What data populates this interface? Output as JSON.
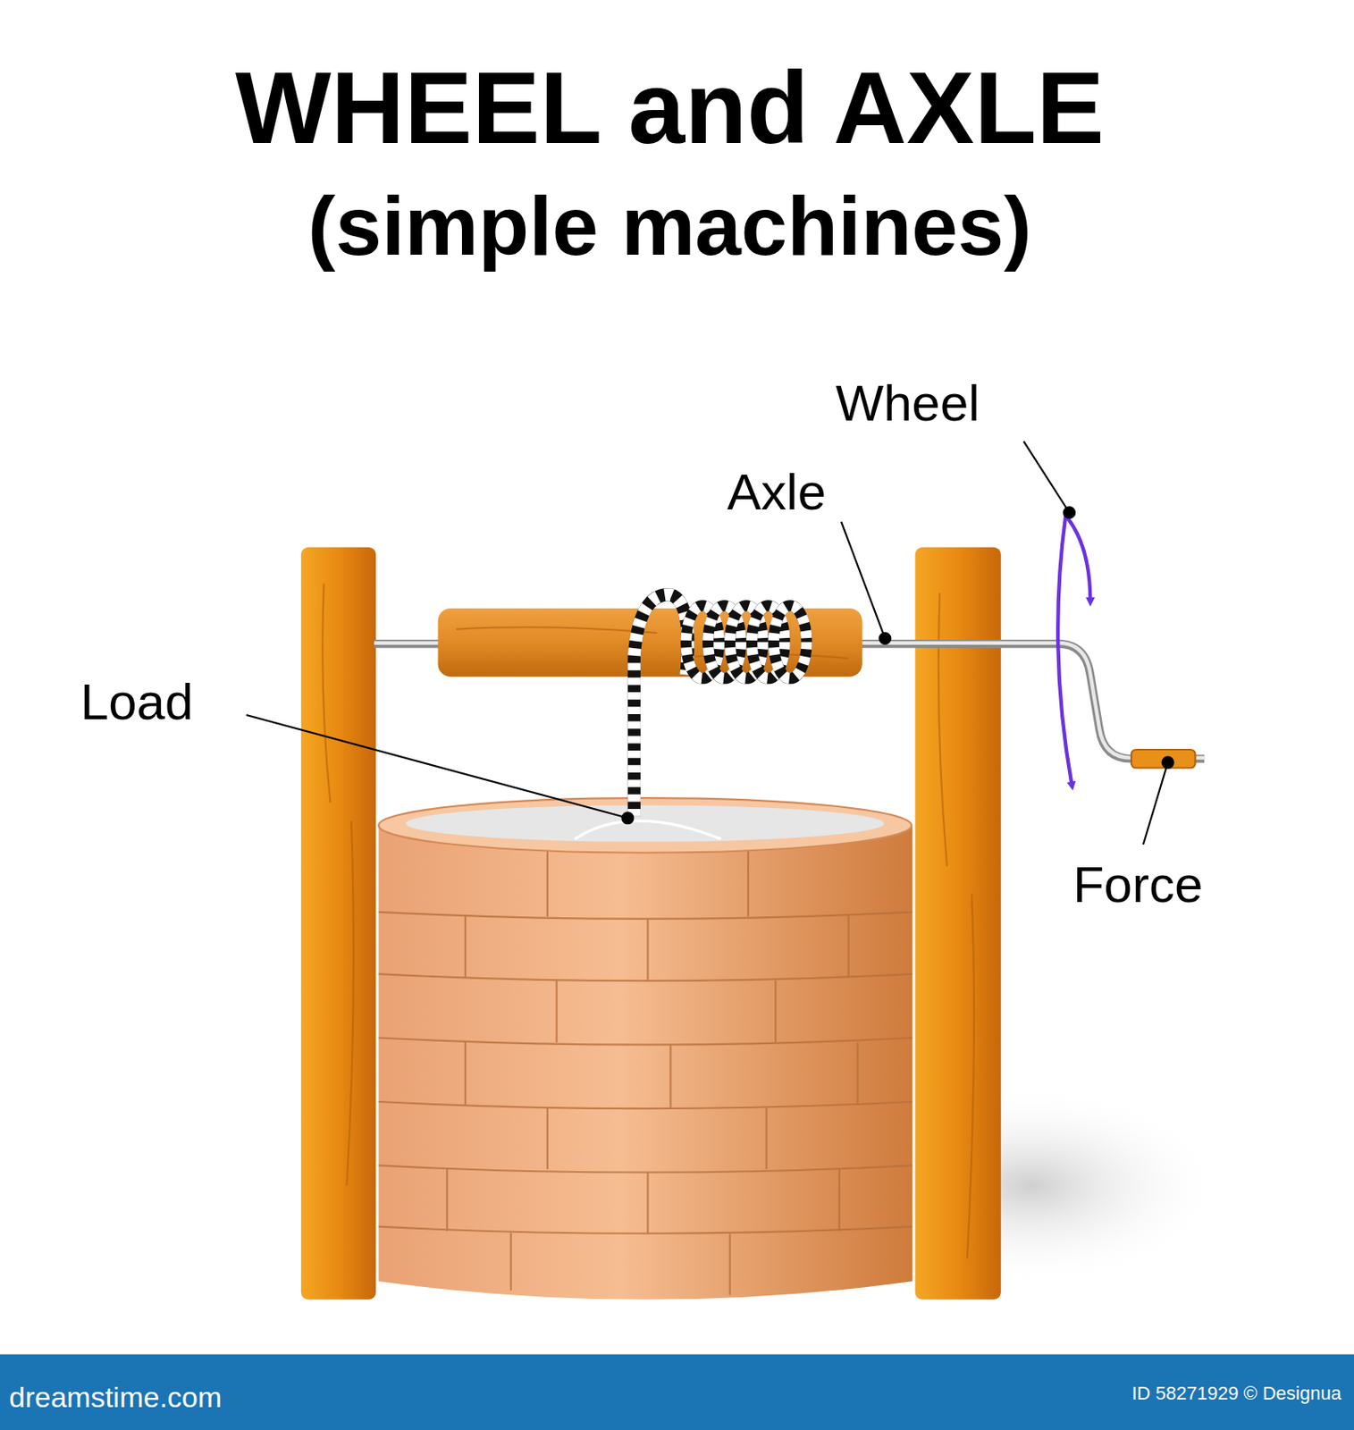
{
  "diagram": {
    "title": "WHEEL and AXLE",
    "labels": [
      "(simple machines)",
      "Wheel",
      "Axle",
      "Load",
      "Force",
      "dreamstime.com",
      "ID 58271929 © Designua"
    ]
  }
}
